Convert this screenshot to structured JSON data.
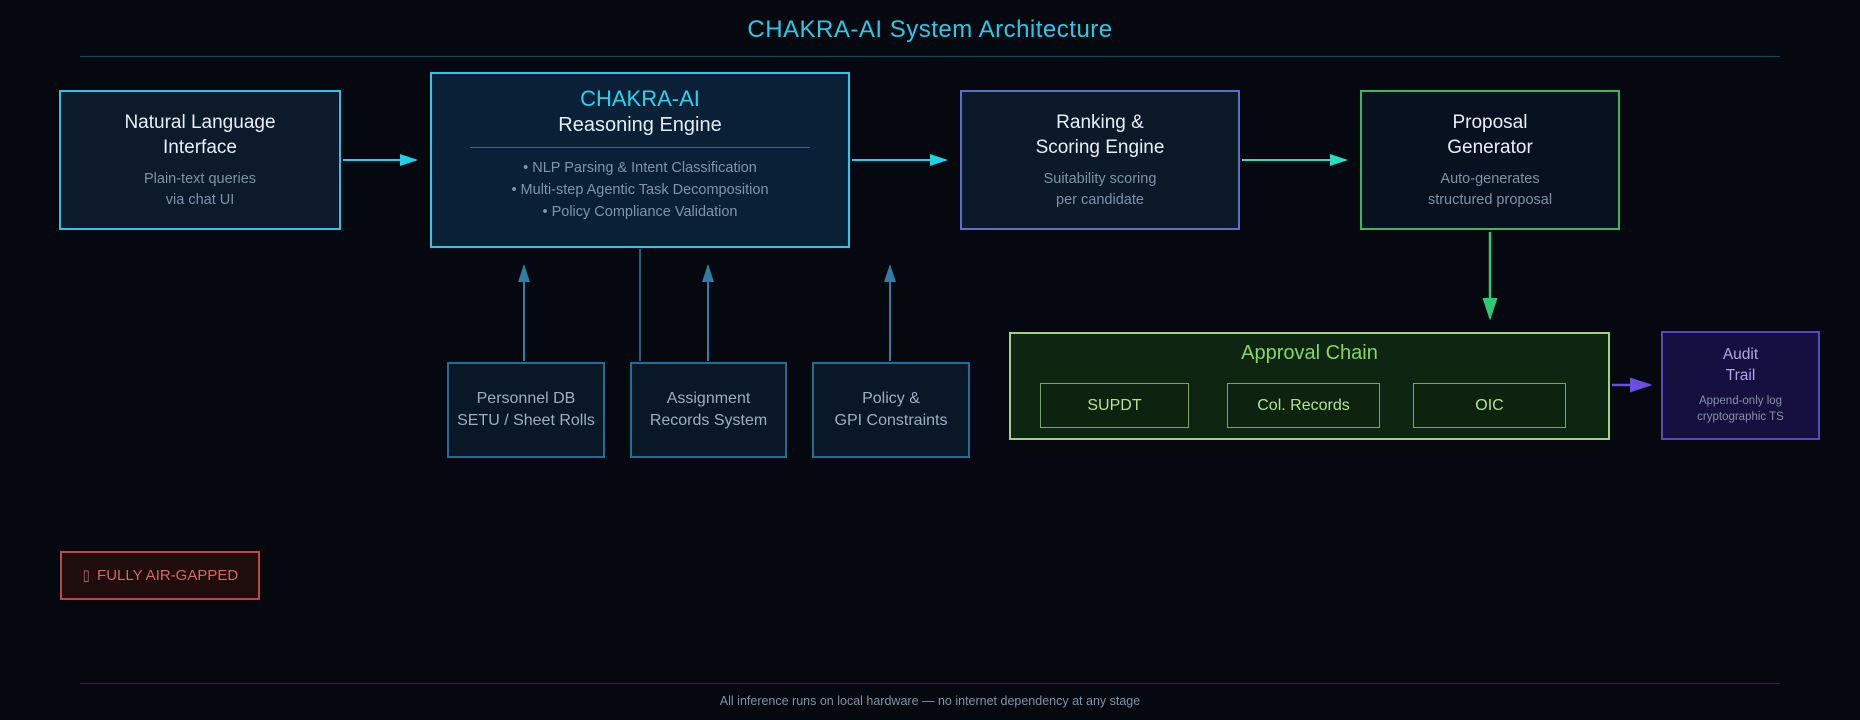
{
  "page": {
    "title": "CHAKRA-AI System Architecture",
    "footer": "All inference runs on local hardware — no internet dependency at any stage"
  },
  "nodes": {
    "nli": {
      "title": "Natural Language\nInterface",
      "subtitle": "Plain-text queries\nvia chat UI"
    },
    "engine": {
      "brand": "CHAKRA-AI",
      "title": "Reasoning Engine",
      "bullets": [
        "• NLP Parsing & Intent Classification",
        "• Multi-step Agentic Task Decomposition",
        "• Policy Compliance Validation"
      ]
    },
    "ranking": {
      "title": "Ranking &\nScoring Engine",
      "subtitle": "Suitability scoring\nper candidate"
    },
    "proposal": {
      "title": "Proposal\nGenerator",
      "subtitle": "Auto-generates\nstructured proposal"
    },
    "personnel": {
      "label": "Personnel DB\nSETU / Sheet Rolls"
    },
    "assignment": {
      "label": "Assignment\nRecords System"
    },
    "policy": {
      "label": "Policy &\nGPI Constraints"
    },
    "approval": {
      "title": "Approval Chain",
      "steps": [
        "SUPDT",
        "Col. Records",
        "OIC"
      ]
    },
    "audit": {
      "title": "Audit\nTrail",
      "subtitle": "Append-only log\ncryptographic TS"
    },
    "badge": {
      "icon": "▯",
      "label": "FULLY AIR-GAPPED"
    }
  },
  "colors": {
    "background": "#05080f",
    "title_cyan": "#27cbe9",
    "cyan_border": "#2fc2e7",
    "cyan_arrow": "#22cfe9",
    "teal_arrow": "#2bdcc2",
    "steel_arrow": "#2e7ea6",
    "slate_border": "#5e6fc8",
    "green_border": "#3db55f",
    "green_arrow": "#2ec973",
    "approval_border": "#a6cf80",
    "approval_text": "#86d75f",
    "purple_border": "#5747c5",
    "purple_arrow": "#6a4fe0",
    "badge_red": "#d6685e"
  }
}
